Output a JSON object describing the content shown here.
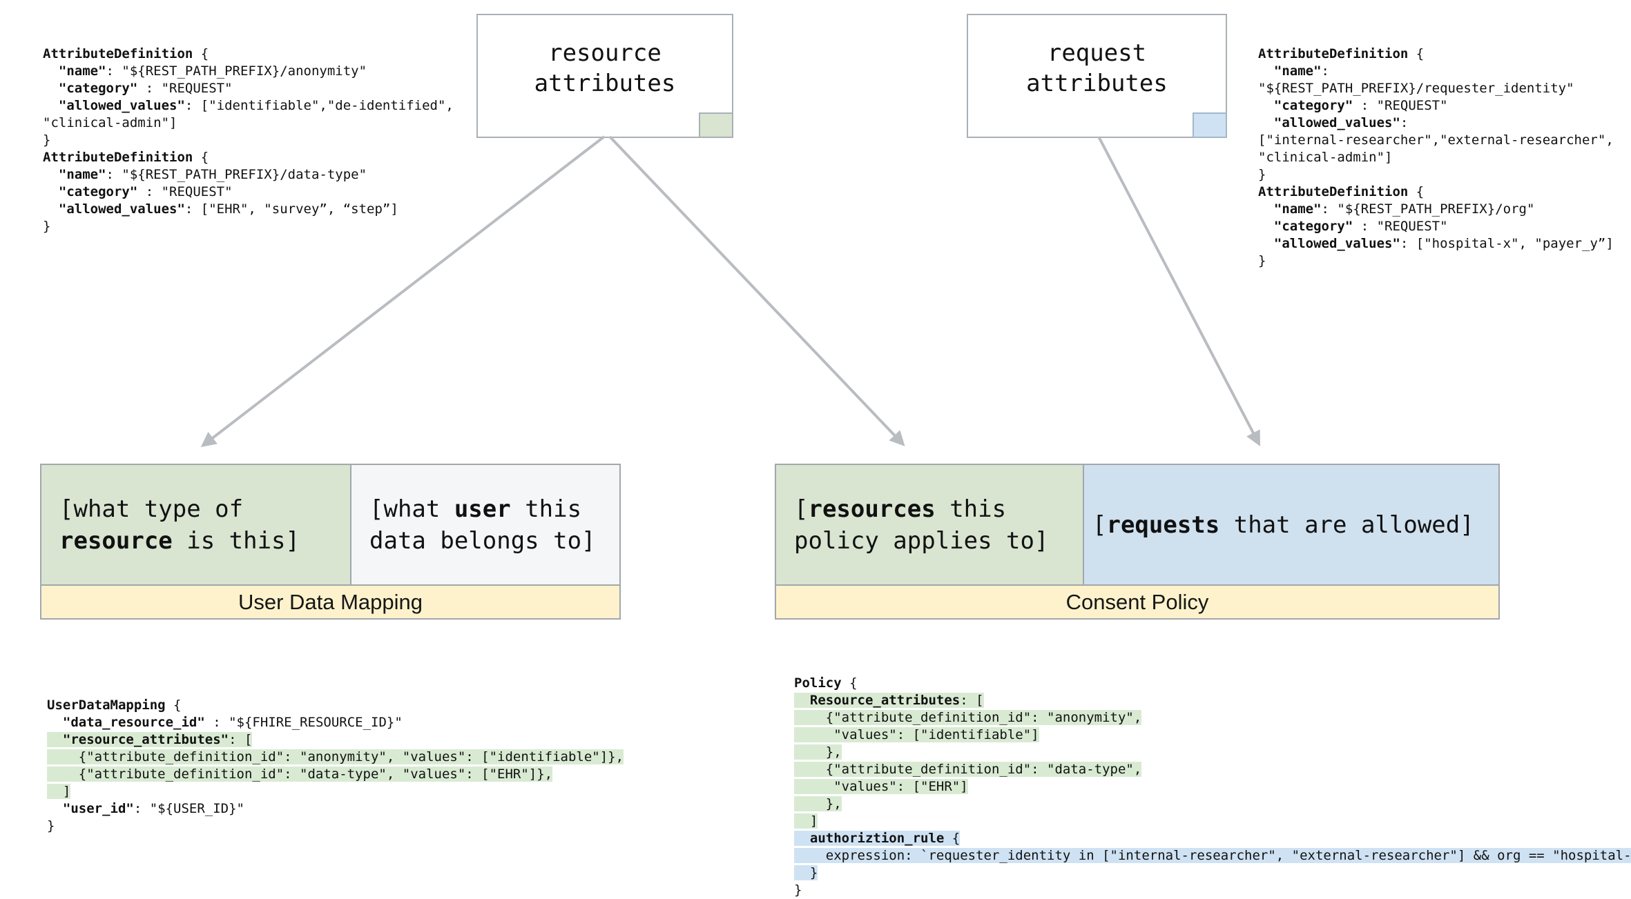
{
  "colors": {
    "green": "#d9e4d1",
    "blue": "#cfe2f3",
    "yellow_band": "#fdf2cc",
    "box_border": "#a2a7ac",
    "arrow_gray": "#b9bcc1",
    "highlight_green": "#d9ead3",
    "highlight_blue": "#cfe2f3"
  },
  "nodes": {
    "resource_attributes": {
      "lines": [
        [
          {
            "t": "resource"
          }
        ],
        [
          {
            "t": "attributes"
          }
        ]
      ]
    },
    "request_attributes": {
      "lines": [
        [
          {
            "t": "request"
          }
        ],
        [
          {
            "t": "attributes"
          }
        ]
      ]
    }
  },
  "user_data_mapping": {
    "title": "User Data Mapping",
    "green_cell": {
      "lines": [
        [
          {
            "t": "[what type of"
          }
        ],
        [
          {
            "t": "resource",
            "b": 1
          },
          {
            "t": " is this]"
          }
        ]
      ]
    },
    "white_cell": {
      "lines": [
        [
          {
            "t": "[what "
          },
          {
            "t": "user",
            "b": 1
          },
          {
            "t": " this"
          }
        ],
        [
          {
            "t": "data belongs to]"
          }
        ]
      ]
    }
  },
  "consent_policy": {
    "title": "Consent Policy",
    "green_cell": {
      "lines": [
        [
          {
            "t": "["
          },
          {
            "t": "resources",
            "b": 1
          },
          {
            "t": " this"
          }
        ],
        [
          {
            "t": "policy applies to]"
          }
        ]
      ]
    },
    "blue_cell": {
      "lines": [
        [
          {
            "t": "["
          },
          {
            "t": "requests",
            "b": 1
          },
          {
            "t": " that are allowed]"
          }
        ]
      ]
    }
  },
  "code_blocks": {
    "attr_def_left": {
      "lines": [
        {
          "seg": [
            {
              "t": "AttributeDefinition",
              "b": 1
            },
            {
              "t": " {"
            }
          ]
        },
        {
          "seg": [
            {
              "t": "  "
            },
            {
              "t": "\"name\"",
              "b": 1
            },
            {
              "t": ": \"${REST_PATH_PREFIX}/anonymity\""
            }
          ]
        },
        {
          "seg": [
            {
              "t": "  "
            },
            {
              "t": "\"category\"",
              "b": 1
            },
            {
              "t": " : \"REQUEST\""
            }
          ]
        },
        {
          "seg": [
            {
              "t": "  "
            },
            {
              "t": "\"allowed_values\"",
              "b": 1
            },
            {
              "t": ": [\"identifiable\",\"de-identified\","
            }
          ]
        },
        {
          "seg": [
            {
              "t": "\"clinical-admin\"]"
            }
          ]
        },
        {
          "seg": [
            {
              "t": "}"
            }
          ]
        },
        {
          "seg": [
            {
              "t": "AttributeDefinition",
              "b": 1
            },
            {
              "t": " {"
            }
          ]
        },
        {
          "seg": [
            {
              "t": "  "
            },
            {
              "t": "\"name\"",
              "b": 1
            },
            {
              "t": ": \"${REST_PATH_PREFIX}/data-type\""
            }
          ]
        },
        {
          "seg": [
            {
              "t": "  "
            },
            {
              "t": "\"category\"",
              "b": 1
            },
            {
              "t": " : \"REQUEST\""
            }
          ]
        },
        {
          "seg": [
            {
              "t": "  "
            },
            {
              "t": "\"allowed_values\"",
              "b": 1
            },
            {
              "t": ": [\"EHR\", \"survey”, “step”]"
            }
          ]
        },
        {
          "seg": [
            {
              "t": "}"
            }
          ]
        }
      ]
    },
    "attr_def_right": {
      "lines": [
        {
          "seg": [
            {
              "t": "AttributeDefinition",
              "b": 1
            },
            {
              "t": " {"
            }
          ]
        },
        {
          "seg": [
            {
              "t": "  "
            },
            {
              "t": "\"name\"",
              "b": 1
            },
            {
              "t": ":"
            }
          ]
        },
        {
          "seg": [
            {
              "t": "\"${REST_PATH_PREFIX}/requester_identity\""
            }
          ]
        },
        {
          "seg": [
            {
              "t": "  "
            },
            {
              "t": "\"category\"",
              "b": 1
            },
            {
              "t": " : \"REQUEST\""
            }
          ]
        },
        {
          "seg": [
            {
              "t": "  "
            },
            {
              "t": "\"allowed_values\"",
              "b": 1
            },
            {
              "t": ":"
            }
          ]
        },
        {
          "seg": [
            {
              "t": "[\"internal-researcher\",\"external-researcher\","
            }
          ]
        },
        {
          "seg": [
            {
              "t": "\"clinical-admin\"]"
            }
          ]
        },
        {
          "seg": [
            {
              "t": "}"
            }
          ]
        },
        {
          "seg": [
            {
              "t": "AttributeDefinition",
              "b": 1
            },
            {
              "t": " {"
            }
          ]
        },
        {
          "seg": [
            {
              "t": "  "
            },
            {
              "t": "\"name\"",
              "b": 1
            },
            {
              "t": ": \"${REST_PATH_PREFIX}/org\""
            }
          ]
        },
        {
          "seg": [
            {
              "t": "  "
            },
            {
              "t": "\"category\"",
              "b": 1
            },
            {
              "t": " : \"REQUEST\""
            }
          ]
        },
        {
          "seg": [
            {
              "t": "  "
            },
            {
              "t": "\"allowed_values\"",
              "b": 1
            },
            {
              "t": ": [\"hospital-x\", \"payer_y”]"
            }
          ]
        },
        {
          "seg": [
            {
              "t": "}"
            }
          ]
        }
      ]
    },
    "user_data_mapping_code": {
      "lines": [
        {
          "seg": [
            {
              "t": "UserDataMapping",
              "b": 1
            },
            {
              "t": " {"
            }
          ]
        },
        {
          "seg": [
            {
              "t": "  "
            },
            {
              "t": "\"data_resource_id\"",
              "b": 1
            },
            {
              "t": " : \"${FHIRE_RESOURCE_ID}\""
            }
          ]
        },
        {
          "hl": "green",
          "seg": [
            {
              "t": "  "
            },
            {
              "t": "\"resource_attributes\"",
              "b": 1
            },
            {
              "t": ": ["
            }
          ]
        },
        {
          "hl": "green",
          "seg": [
            {
              "t": "    {\"attribute_definition_id\": \"anonymity\", \"values\": [\"identifiable\"]},"
            }
          ]
        },
        {
          "hl": "green",
          "seg": [
            {
              "t": "    {\"attribute_definition_id\": \"data-type\", \"values\": [\"EHR\"]},"
            }
          ]
        },
        {
          "hl": "green",
          "seg": [
            {
              "t": "  ]"
            }
          ]
        },
        {
          "seg": [
            {
              "t": "  "
            },
            {
              "t": "\"user_id\"",
              "b": 1
            },
            {
              "t": ": \"${USER_ID}\""
            }
          ]
        },
        {
          "seg": [
            {
              "t": "}"
            }
          ]
        }
      ]
    },
    "policy_code": {
      "lines": [
        {
          "seg": [
            {
              "t": "Policy",
              "b": 1
            },
            {
              "t": " {"
            }
          ]
        },
        {
          "hl": "green",
          "seg": [
            {
              "t": "  "
            },
            {
              "t": "Resource_attributes",
              "b": 1
            },
            {
              "t": ": ["
            }
          ]
        },
        {
          "hl": "green",
          "seg": [
            {
              "t": "    {\"attribute_definition_id\": \"anonymity\","
            }
          ]
        },
        {
          "hl": "green",
          "seg": [
            {
              "t": "     \"values\": [\"identifiable\"]"
            }
          ]
        },
        {
          "hl": "green",
          "seg": [
            {
              "t": "    },"
            }
          ]
        },
        {
          "hl": "green",
          "seg": [
            {
              "t": "    {\"attribute_definition_id\": \"data-type\","
            }
          ]
        },
        {
          "hl": "green",
          "seg": [
            {
              "t": "     \"values\": [\"EHR\"]"
            }
          ]
        },
        {
          "hl": "green",
          "seg": [
            {
              "t": "    },"
            }
          ]
        },
        {
          "hl": "green",
          "seg": [
            {
              "t": "  ]"
            }
          ]
        },
        {
          "hl": "blue",
          "seg": [
            {
              "t": "  "
            },
            {
              "t": "authoriztion_rule",
              "b": 1
            },
            {
              "t": " {"
            }
          ]
        },
        {
          "hl": "blue",
          "seg": [
            {
              "t": "    expression: `requester_identity in [\"internal-researcher\", \"external-researcher\"] && org == \"hospital-x\"`"
            }
          ]
        },
        {
          "hl": "blue",
          "seg": [
            {
              "t": "  }"
            }
          ]
        },
        {
          "seg": [
            {
              "t": "}"
            }
          ]
        }
      ]
    }
  }
}
